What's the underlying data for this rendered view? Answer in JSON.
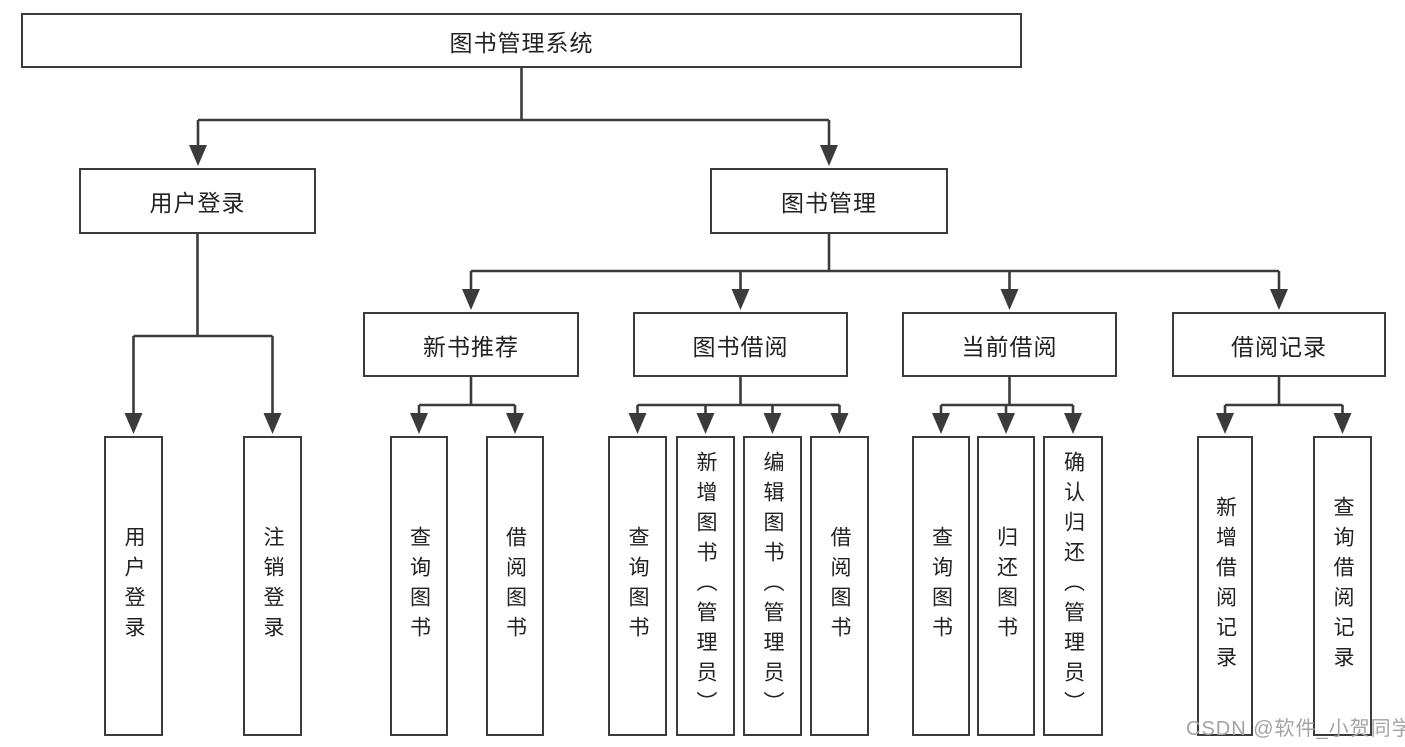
{
  "colors": {
    "line": "#3b3b3b",
    "text": "#222222",
    "watermark": "#a3a3a3",
    "background": "#ffffff"
  },
  "tree": {
    "root": "图书管理系统",
    "branches": [
      {
        "label": "用户登录",
        "leaves": [
          "用户登录",
          "注销登录"
        ]
      },
      {
        "label": "图书管理",
        "sections": [
          {
            "label": "新书推荐",
            "leaves": [
              "查询图书",
              "借阅图书"
            ]
          },
          {
            "label": "图书借阅",
            "leaves": [
              "查询图书",
              "新增图书（管理员）",
              "编辑图书（管理员）",
              "借阅图书"
            ]
          },
          {
            "label": "当前借阅",
            "leaves": [
              "查询图书",
              "归还图书",
              "确认归还（管理员）"
            ]
          },
          {
            "label": "借阅记录",
            "leaves": [
              "新增借阅记录",
              "查询借阅记录"
            ]
          }
        ]
      }
    ]
  },
  "watermark": "CSDN @软件_小贺同学"
}
